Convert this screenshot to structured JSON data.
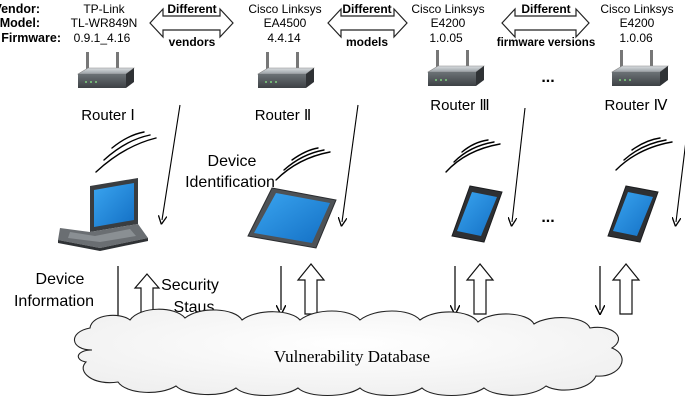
{
  "header": {
    "vendor_label": "Vendor:",
    "model_label": "Model:",
    "firmware_label": "Firmware:"
  },
  "routers": [
    {
      "vendor": "TP-Link",
      "model": "TL-WR849N",
      "firmware": "0.9.1_4.16",
      "label": "Router Ⅰ"
    },
    {
      "vendor": "Cisco Linksys",
      "model": "EA4500",
      "firmware": "4.4.14",
      "label": "Router Ⅱ"
    },
    {
      "vendor": "Cisco Linksys",
      "model": "E4200",
      "firmware": "1.0.05",
      "label": "Router Ⅲ"
    },
    {
      "vendor": "Cisco Linksys",
      "model": "E4200",
      "firmware": "1.0.06",
      "label": "Router Ⅳ"
    }
  ],
  "comparisons": [
    {
      "line1": "Different",
      "line2": "vendors"
    },
    {
      "line1": "Different",
      "line2": "models"
    },
    {
      "line1": "Different",
      "line2": "firmware versions"
    }
  ],
  "ellipsis": "...",
  "labels": {
    "device_identification_1": "Device",
    "device_identification_2": "Identification",
    "device_information_1": "Device",
    "device_information_2": "Information",
    "security_status_1": "Security",
    "security_status_2": "Staus",
    "database": "Vulnerability Database"
  },
  "colors": {
    "screen_blue": "#1c88dc",
    "device_gray": "#5a5a5a",
    "router_gray": "#6b6f73"
  },
  "icons": [
    "router-icon",
    "laptop-icon",
    "tablet-icon",
    "phone-icon",
    "wifi-signal-icon",
    "cloud-icon"
  ]
}
